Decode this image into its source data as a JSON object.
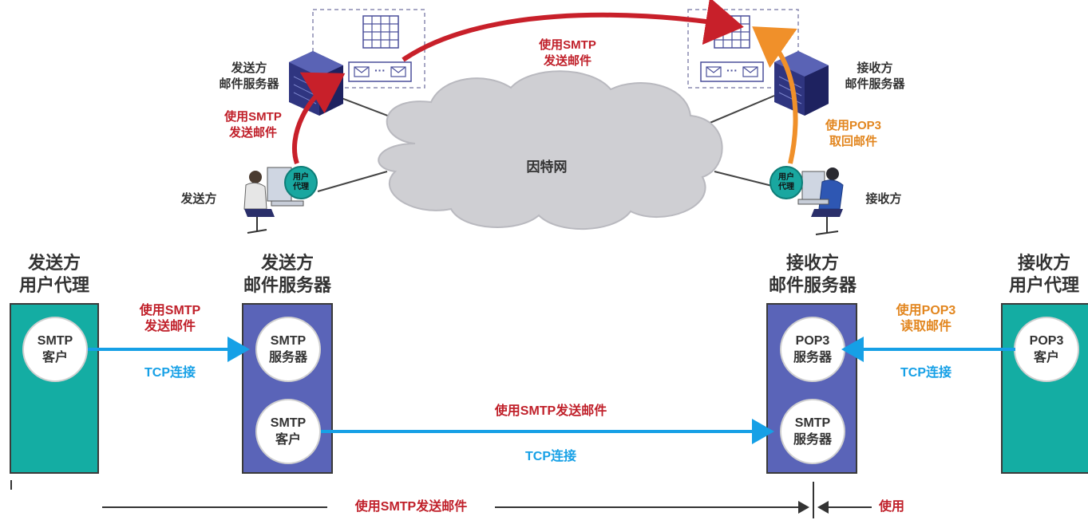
{
  "top": {
    "sender_server_label": "发送方\n邮件服务器",
    "receiver_server_label": "接收方\n邮件服务器",
    "sender_label": "发送方",
    "receiver_label": "接收方",
    "internet_label": "因特网",
    "agent_badge_text": "用户\n代理",
    "smtp_send_left": "使用SMTP\n发送邮件",
    "smtp_send_top": "使用SMTP\n发送邮件",
    "pop3_retrieve": "使用POP3\n取回邮件",
    "envelope_dots": "···"
  },
  "bottom": {
    "sender_agent_title": "发送方\n用户代理",
    "sender_server_title": "发送方\n邮件服务器",
    "receiver_server_title": "接收方\n邮件服务器",
    "receiver_agent_title": "接收方\n用户代理",
    "smtp_client_1": "SMTP\n客户",
    "smtp_server_1": "SMTP\n服务器",
    "smtp_client_2": "SMTP\n客户",
    "pop3_server": "POP3\n服务器",
    "smtp_server_2": "SMTP\n服务器",
    "pop3_client": "POP3\n客户",
    "link1_label": "使用SMTP\n发送邮件",
    "link1_tcp": "TCP连接",
    "link2_label": "使用SMTP发送邮件",
    "link2_tcp": "TCP连接",
    "link3_label": "使用POP3\n读取邮件",
    "link3_tcp": "TCP连接",
    "span_left": "使用SMTP发送邮件",
    "span_right": "使用"
  },
  "colors": {
    "teal": "#14ada3",
    "server_blue": "#5a64b8",
    "arrow_blue": "#16a0e6",
    "red": "#c0202a",
    "orange": "#f0902a"
  }
}
